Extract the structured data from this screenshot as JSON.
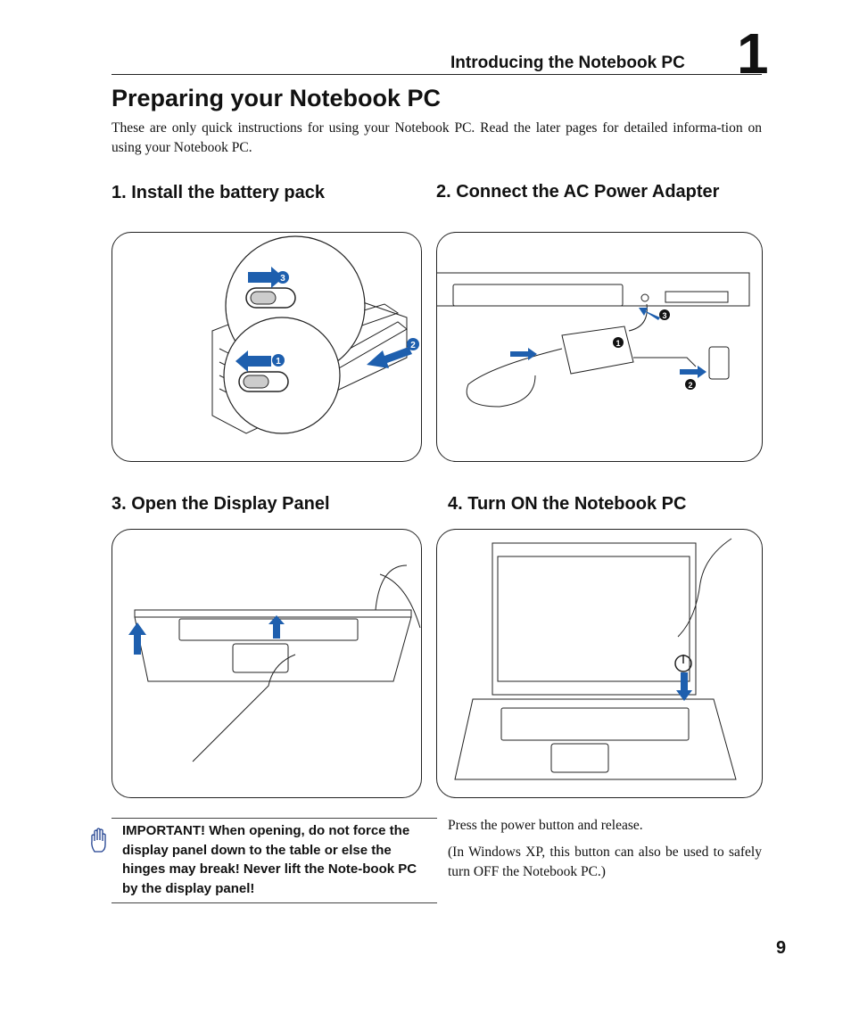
{
  "header": {
    "chapter_title": "Introducing the Notebook PC",
    "chapter_number": "1"
  },
  "page": {
    "title": "Preparing your Notebook PC",
    "intro": "These are only quick instructions for using your Notebook PC. Read the later pages for detailed informa-tion on using your Notebook PC."
  },
  "steps": [
    {
      "heading": "1. Install the battery pack",
      "callouts": [
        "1",
        "2",
        "3"
      ]
    },
    {
      "heading": "2. Connect the AC Power Adapter",
      "callouts": [
        "1",
        "2",
        "3"
      ]
    },
    {
      "heading": "3. Open the Display Panel"
    },
    {
      "heading": "4. Turn ON the Notebook PC"
    }
  ],
  "important_note": "IMPORTANT! When opening, do not force the display panel down to the table or else the hinges may break! Never lift the Note-book PC by the display panel!",
  "power_note": {
    "line1": "Press the power button and release.",
    "line2": "(In Windows XP, this button can also be used to safely turn OFF the Notebook PC.)"
  },
  "page_number": "9",
  "colors": {
    "arrow_blue": "#1e5fae",
    "line": "#222222"
  },
  "icons": [
    "hand-stop-icon",
    "power-icon",
    "arrow-icon"
  ]
}
